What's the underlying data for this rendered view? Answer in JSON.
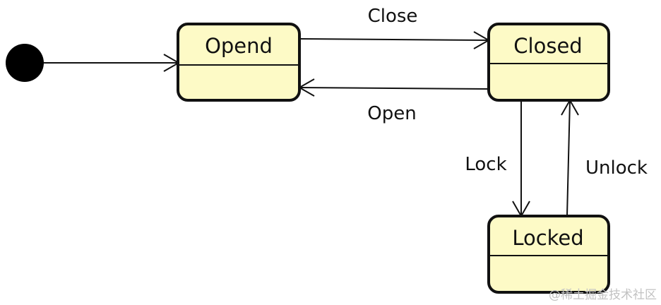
{
  "diagram": {
    "type": "state-machine",
    "states": {
      "opend": "Opend",
      "closed": "Closed",
      "locked": "Locked"
    },
    "transitions": {
      "close": "Close",
      "open": "Open",
      "lock": "Lock",
      "unlock": "Unlock"
    },
    "colors": {
      "state_fill": "#fdfac6",
      "stroke": "#111111",
      "initial_node": "#000000"
    }
  },
  "watermark": {
    "text": "@稀土掘金技术社区"
  }
}
